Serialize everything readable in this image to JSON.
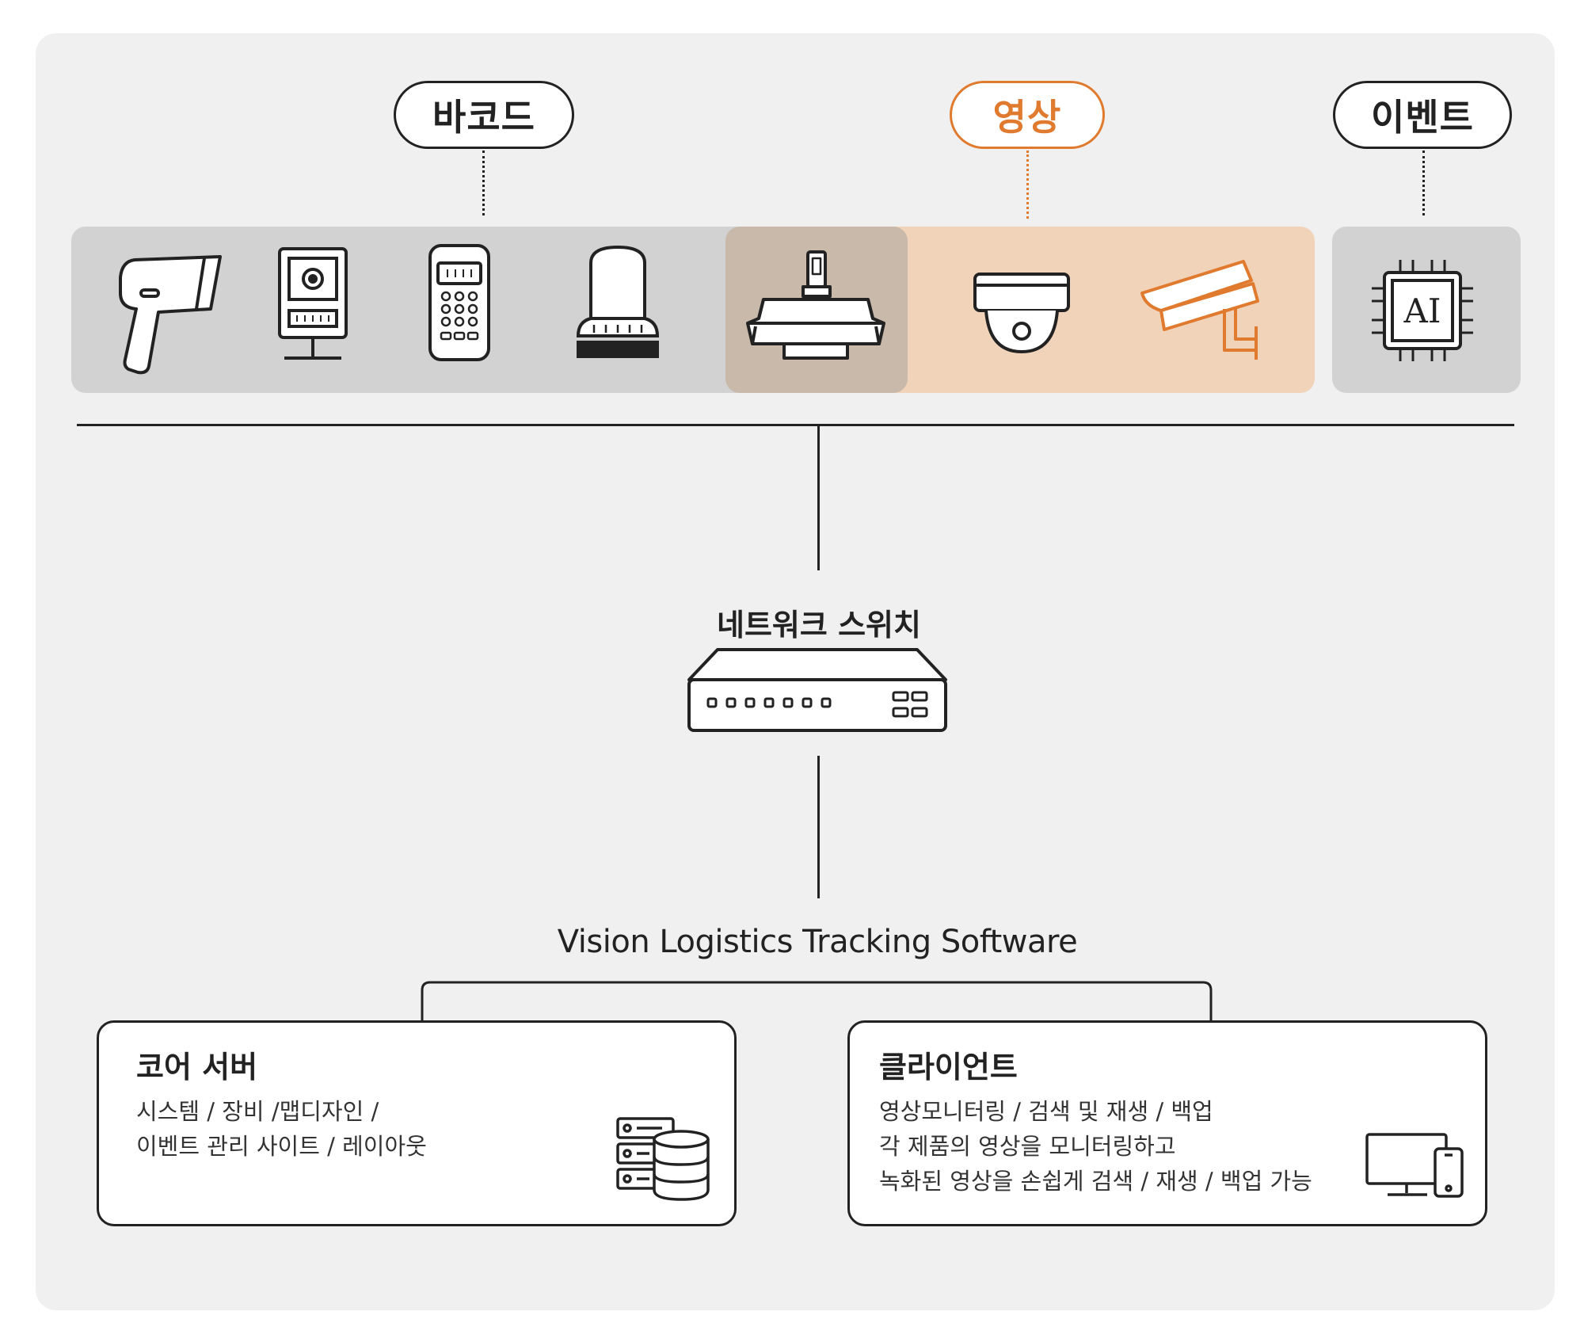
{
  "categories": {
    "barcode": "바코드",
    "video": "영상",
    "event": "이벤트"
  },
  "devices": {
    "ai_chip_label": "AI"
  },
  "network": {
    "label": "네트워크 스위치"
  },
  "software": {
    "name": "Vision Logistics Tracking Software"
  },
  "core_server": {
    "title": "코어 서버",
    "lines": [
      "시스템 / 장비 /맵디자인 /",
      "이벤트 관리 사이트 / 레이아웃"
    ]
  },
  "client": {
    "title": "클라이언트",
    "lines": [
      "영상모니터링 / 검색 및 재생 / 백업",
      "각 제품의 영상을 모니터링하고",
      "녹화된 영상을 손쉽게 검색 / 재생 / 백업 가능"
    ]
  },
  "colors": {
    "accent": "#e07a2e",
    "gray_strip": "#d2d2d2",
    "overlap_strip": "#c9b9ab",
    "video_strip": "#f0d3b9",
    "panel": "#f0f0f0",
    "line": "#222222"
  }
}
